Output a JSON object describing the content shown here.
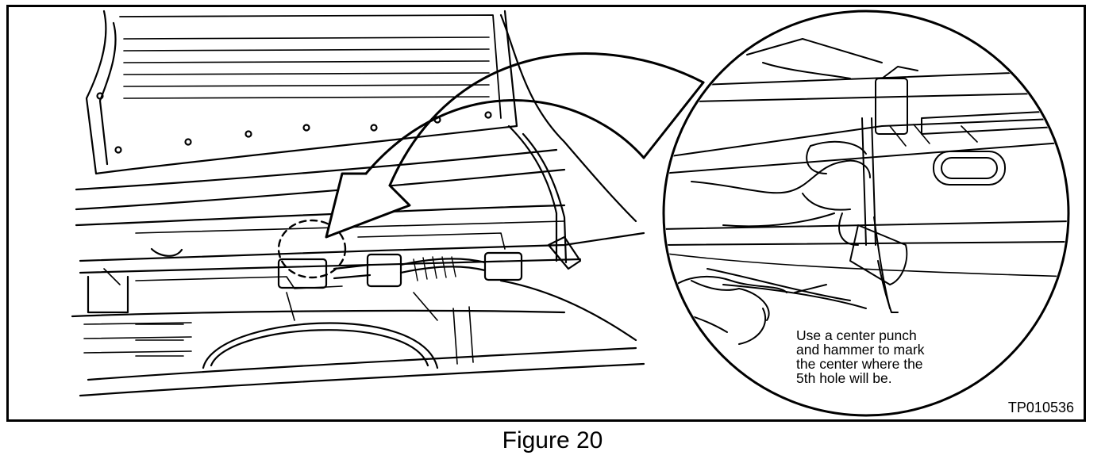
{
  "figure": {
    "caption": "Figure 20",
    "code": "TP010536",
    "callout_lines": [
      "Use a center punch",
      "and hammer to mark",
      "the center where the",
      "5th hole will be."
    ]
  }
}
